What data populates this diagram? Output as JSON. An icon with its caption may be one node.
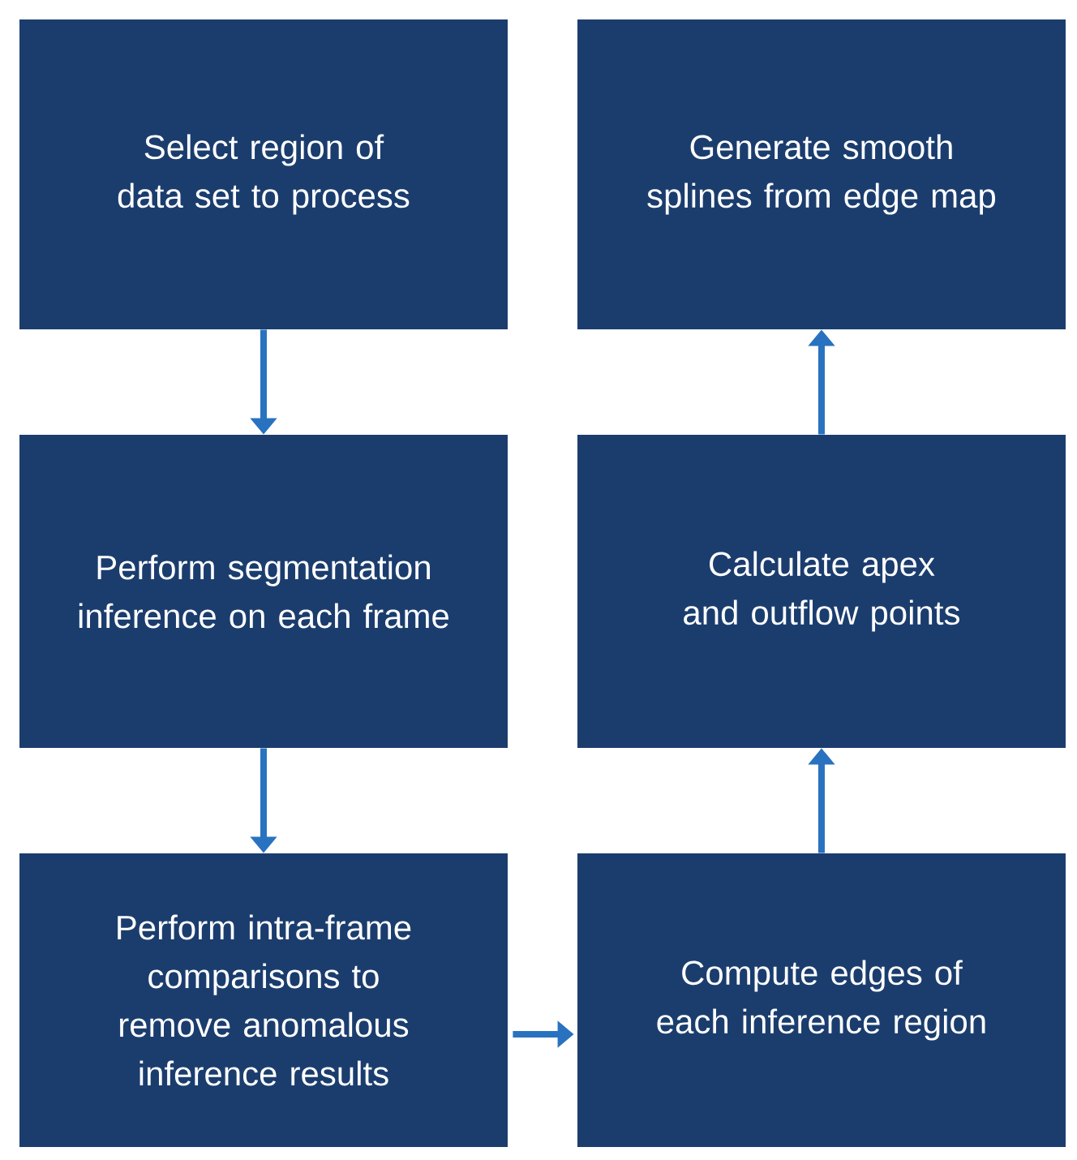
{
  "diagram": {
    "nodes": [
      {
        "text": [
          "Select region of data set to process"
        ]
      },
      {
        "text": [
          "Perform segmentation inference on each frame"
        ]
      },
      {
        "text": [
          "Perform intra-frame comparisons to remove anomalous inference results"
        ]
      },
      {
        "text": [
          "Compute edges of each inference region"
        ]
      },
      {
        "text": [
          "Calculate apex and outflow points"
        ]
      },
      {
        "text": [
          "Generate smooth splines from edge map"
        ]
      }
    ],
    "edges": [
      {
        "from": 0,
        "to": 1,
        "arrow": "to"
      },
      {
        "from": 1,
        "to": 2,
        "arrow": "to"
      },
      {
        "from": 2,
        "to": 3,
        "arrow": "to"
      },
      {
        "from": 3,
        "to": 4,
        "arrow": "to"
      },
      {
        "from": 4,
        "to": 5,
        "arrow": "to"
      }
    ]
  }
}
